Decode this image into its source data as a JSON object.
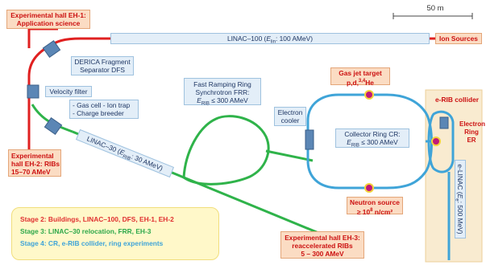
{
  "scale_bar": {
    "label": "50 m"
  },
  "labels": {
    "eh1": {
      "line1": "Experimental hall EH-1:",
      "line2": "Application science"
    },
    "linac100": {
      "prefix": "LINAC–100 (",
      "symbol": "E",
      "sub": "lin",
      "suffix": ": 100 AMeV)"
    },
    "ion_sources": "Ion Sources",
    "derica": {
      "line1": "DERICA Fragment",
      "line2": "Separator DFS"
    },
    "velocity_filter": "Velocity filter",
    "gas_cell": {
      "line1": "- Gas cell - Ion trap",
      "line2": "- Charge breeder"
    },
    "eh2": {
      "line1": "Experimental",
      "line2": "hall EH-2: RIBs",
      "line3": "15–70 AMeV"
    },
    "linac30": {
      "prefix": "LINAC–30 (",
      "symbol": "E",
      "sub": "RIB",
      "suffix": ": 30 AMeV)"
    },
    "frr": {
      "line1": "Fast Ramping Ring",
      "line2": "Synchrotron FRR:",
      "symbol": "E",
      "sub": "RIB",
      "suffix": " ≤ 300 AMeV"
    },
    "gas_jet": {
      "line1": "Gas jet target",
      "line2_prefix": "p,d,",
      "sup": "3,4",
      "line2_suffix": "He"
    },
    "erib_collider": "e-RIB collider",
    "electron_cooler": {
      "line1": "Electron",
      "line2": "cooler"
    },
    "collector_ring": {
      "line1": "Collector Ring CR:",
      "symbol": "E",
      "sub": "RIB",
      "suffix": " ≤ 300 AMeV"
    },
    "electron_ring": {
      "line1": "Electron",
      "line2": "Ring",
      "line3": "ER"
    },
    "neutron_source": {
      "line1": "Neutron source",
      "line2_prefix": "≥ 10",
      "sup": "8",
      "line2_suffix": " n/cm²"
    },
    "elinac": {
      "prefix": "e-LINAC (",
      "symbol": "E",
      "sub": "e",
      "suffix": ": 500 MeV)"
    },
    "eh3": {
      "line1": "Experimental hall EH-3:",
      "line2": "reaccelerated RIBs",
      "line3": "5 – 300 AMeV"
    }
  },
  "legend": {
    "stage2": "Stage 2:  Buildings, LINAC–100, DFS, EH-1, EH-2",
    "stage3": "Stage 3:  LINAC–30 relocation, FRR, EH-3",
    "stage4": "Stage 4:  CR, e-RIB collider, ring experiments"
  },
  "colors": {
    "stage2_red": "#e02020",
    "stage3_green": "#2fb34a",
    "stage4_blue": "#3fa4d8",
    "magnet": "#5b86b5",
    "target_marker": "#c0187a",
    "label_orange_bg": "#fbdcc3",
    "label_blue_bg": "#e3eef8"
  }
}
